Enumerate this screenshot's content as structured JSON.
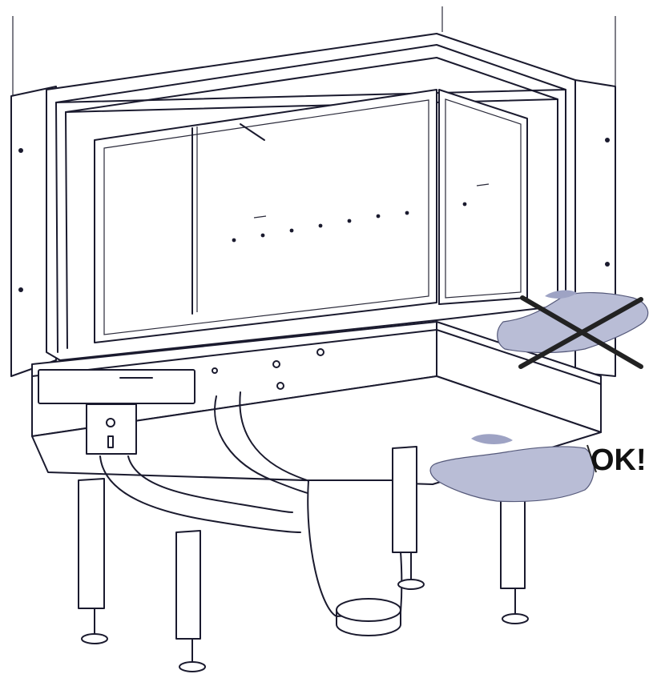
{
  "annotations": {
    "ok_label": "OK!",
    "wrong_hand_mark": "cross-mark",
    "correct_hand_mark": "ok"
  },
  "colors": {
    "line": "#1a1a2e",
    "panel_fill": "#ffffff",
    "hand_fill": "#b9bdd6",
    "cross": "#222222"
  }
}
